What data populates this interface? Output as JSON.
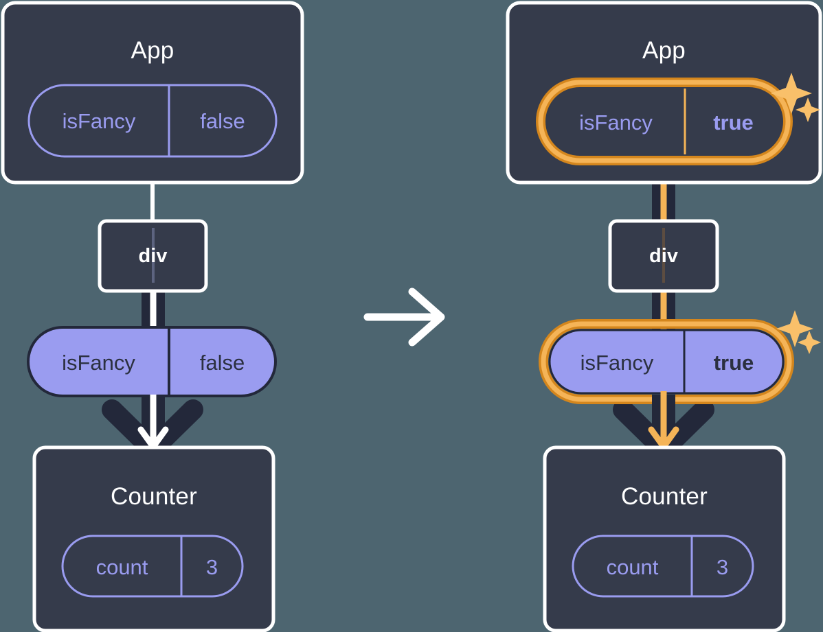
{
  "diagram": {
    "title": "React state propagation: isFancy false to true",
    "background_color": "#4d6570",
    "panels": [
      {
        "id": "before",
        "app": {
          "title": "App",
          "box_fill": "#353b4b",
          "box_border": "#ffffff",
          "state_pill": {
            "key": "isFancy",
            "value": "false",
            "style": "outline",
            "highlighted": false,
            "stroke": "#9a9cf0",
            "text_color": "#9a9cf0",
            "value_bold": false
          }
        },
        "div": {
          "label": "div",
          "box_fill": "#353b4b",
          "box_border": "#ffffff"
        },
        "prop_pill": {
          "key": "isFancy",
          "value": "false",
          "style": "filled",
          "highlighted": false,
          "fill": "#9a9cf0",
          "stroke": "#23283a",
          "text_color": "#2b3040",
          "value_bold": false
        },
        "counter": {
          "title": "Counter",
          "box_fill": "#353b4b",
          "box_border": "#ffffff",
          "state_pill": {
            "key": "count",
            "value": "3",
            "style": "outline",
            "highlighted": false,
            "stroke": "#9a9cf0",
            "text_color": "#9a9cf0",
            "value_bold": false
          }
        },
        "flow_color": "#ffffff",
        "arrow_color": "#ffffff",
        "sparkles": false
      },
      {
        "id": "after",
        "app": {
          "title": "App",
          "box_fill": "#353b4b",
          "box_border": "#ffffff",
          "state_pill": {
            "key": "isFancy",
            "value": "true",
            "style": "outline",
            "highlighted": true,
            "stroke": "#f5b457",
            "text_color": "#9a9cf0",
            "value_bold": true
          }
        },
        "div": {
          "label": "div",
          "box_fill": "#353b4b",
          "box_border": "#ffffff"
        },
        "prop_pill": {
          "key": "isFancy",
          "value": "true",
          "style": "filled",
          "highlighted": true,
          "fill": "#9a9cf0",
          "stroke": "#23283a",
          "text_color": "#2b3040",
          "value_bold": true
        },
        "counter": {
          "title": "Counter",
          "box_fill": "#353b4b",
          "box_border": "#ffffff",
          "state_pill": {
            "key": "count",
            "value": "3",
            "style": "outline",
            "highlighted": false,
            "stroke": "#9a9cf0",
            "text_color": "#9a9cf0",
            "value_bold": false
          }
        },
        "flow_color": "#f5b457",
        "arrow_color": "#f5b457",
        "sparkles": true
      }
    ],
    "transition_arrow": {
      "name": "right-arrow-icon",
      "color": "#ffffff",
      "direction": "right"
    },
    "colors": {
      "background": "#4d6570",
      "node_fill": "#353b4b",
      "node_border": "#ffffff",
      "accent_purple": "#9a9cf0",
      "accent_orange": "#f5b457",
      "accent_orange_dark": "#d4861d",
      "dark_line": "#23283a",
      "dark_text": "#2b3040"
    },
    "sparkle_icons": [
      {
        "name": "sparkle-large-icon",
        "color": "#f9c06a"
      },
      {
        "name": "sparkle-small-icon",
        "color": "#f9c06a"
      }
    ]
  }
}
